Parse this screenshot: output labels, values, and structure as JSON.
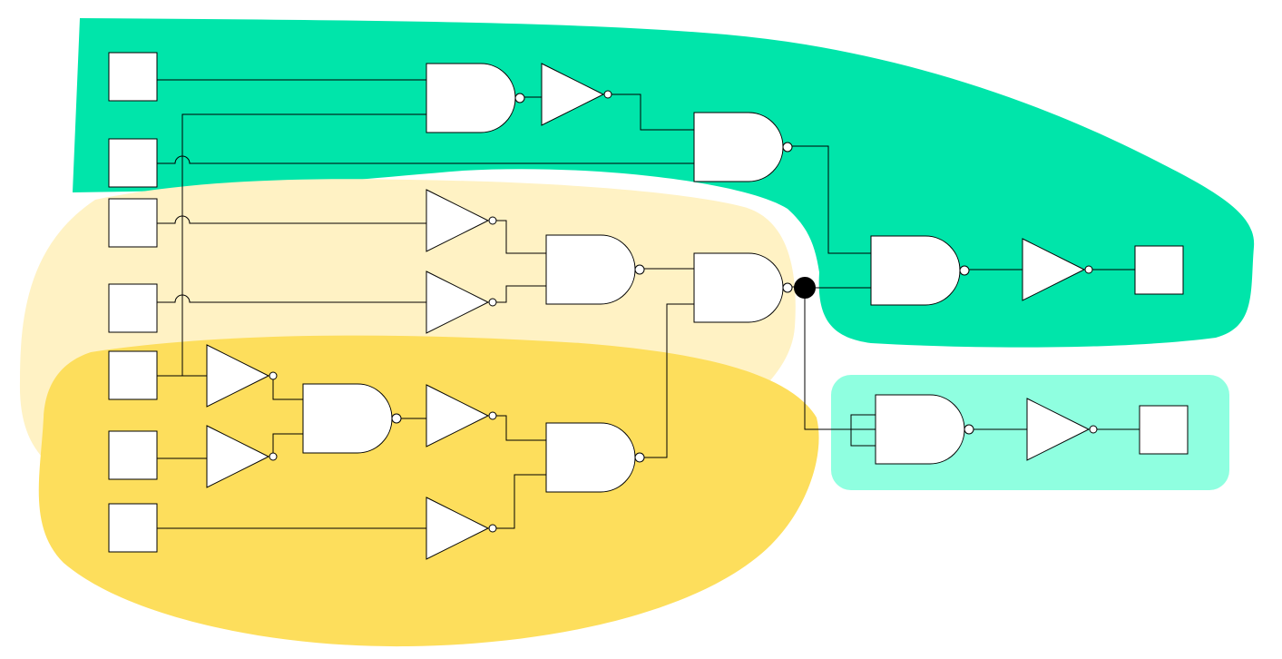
{
  "diagram": {
    "type": "logic-circuit",
    "colors": {
      "region_top": "#00E5AA",
      "region_light": "#FFF2C4",
      "region_dark": "#FDDE5C",
      "region_right": "#8FFFE0",
      "junction": "#000000",
      "stroke": "#000000",
      "fill": "#FFFFFF"
    },
    "inputs": [
      "in1",
      "in2",
      "in3",
      "in4",
      "in5",
      "in6",
      "in7"
    ],
    "outputs": [
      "out1",
      "out2"
    ],
    "gates": [
      {
        "id": "nand-a",
        "kind": "NAND"
      },
      {
        "id": "nand-b",
        "kind": "NAND"
      },
      {
        "id": "nand-c",
        "kind": "NAND"
      },
      {
        "id": "nand-d",
        "kind": "NAND"
      },
      {
        "id": "nand-e",
        "kind": "NAND"
      },
      {
        "id": "nand-f",
        "kind": "NAND"
      },
      {
        "id": "nand-g",
        "kind": "NAND"
      },
      {
        "id": "nand-h",
        "kind": "NAND"
      },
      {
        "id": "not-1",
        "kind": "NOT"
      },
      {
        "id": "not-2",
        "kind": "NOT"
      },
      {
        "id": "not-3",
        "kind": "NOT"
      },
      {
        "id": "not-4",
        "kind": "NOT"
      },
      {
        "id": "not-5",
        "kind": "NOT"
      },
      {
        "id": "not-6",
        "kind": "NOT"
      },
      {
        "id": "not-7",
        "kind": "NOT"
      },
      {
        "id": "not-8",
        "kind": "NOT"
      },
      {
        "id": "not-9",
        "kind": "NOT"
      }
    ]
  }
}
